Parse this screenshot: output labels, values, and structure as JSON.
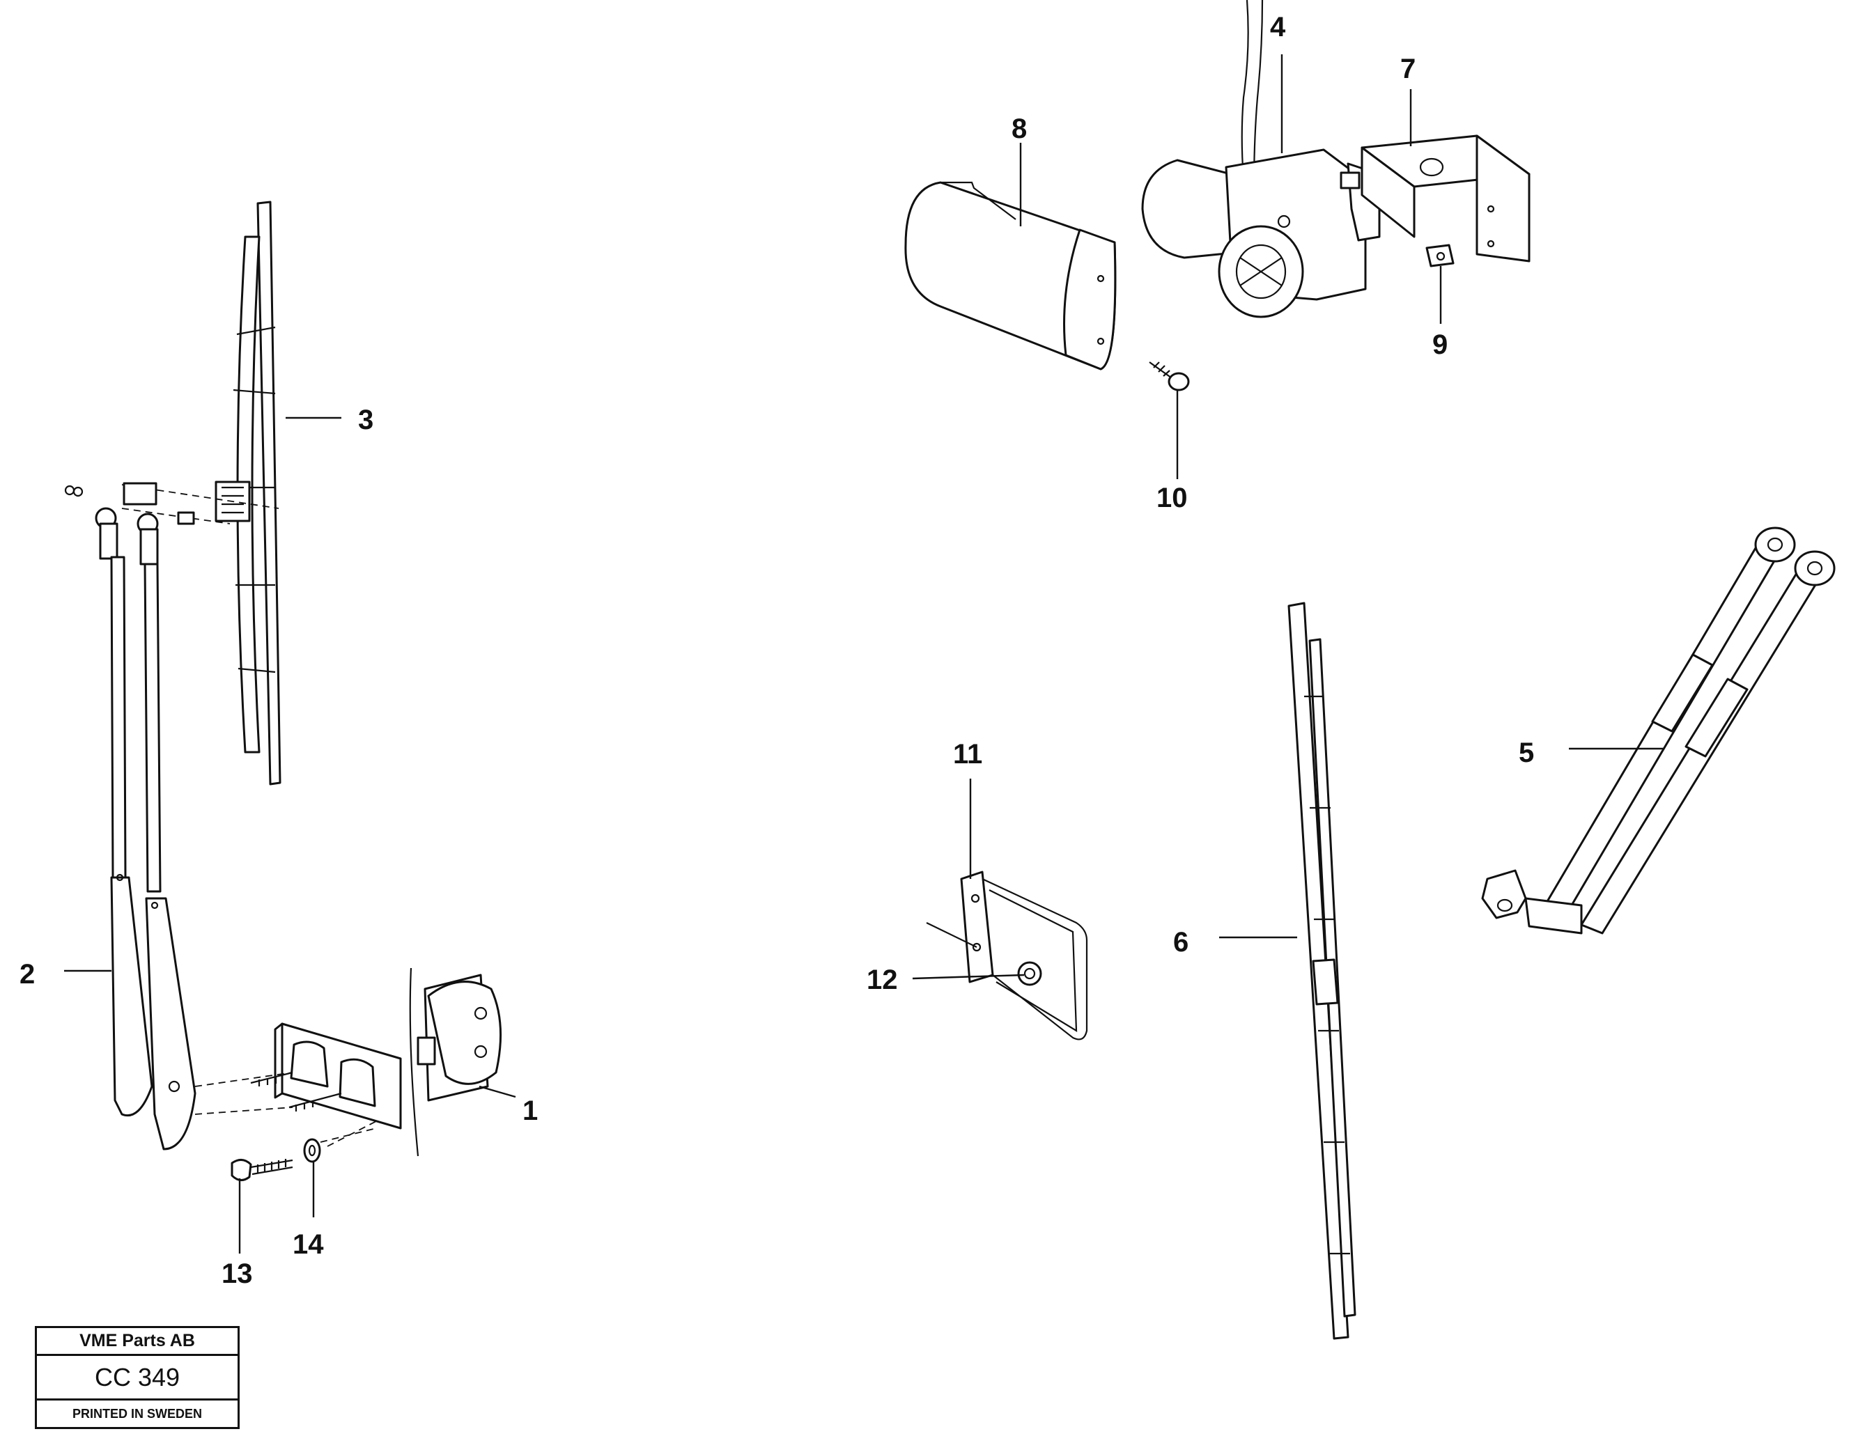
{
  "callouts": [
    {
      "id": "1",
      "text": "1"
    },
    {
      "id": "2",
      "text": "2"
    },
    {
      "id": "3",
      "text": "3"
    },
    {
      "id": "4",
      "text": "4"
    },
    {
      "id": "5",
      "text": "5"
    },
    {
      "id": "6",
      "text": "6"
    },
    {
      "id": "7",
      "text": "7"
    },
    {
      "id": "8",
      "text": "8"
    },
    {
      "id": "9",
      "text": "9"
    },
    {
      "id": "10",
      "text": "10"
    },
    {
      "id": "11",
      "text": "11"
    },
    {
      "id": "12",
      "text": "12"
    },
    {
      "id": "13",
      "text": "13"
    },
    {
      "id": "14",
      "text": "14"
    }
  ],
  "title_block": {
    "company": "VME Parts AB",
    "drawing_code": "CC 349",
    "print_note": "PRINTED IN SWEDEN"
  }
}
